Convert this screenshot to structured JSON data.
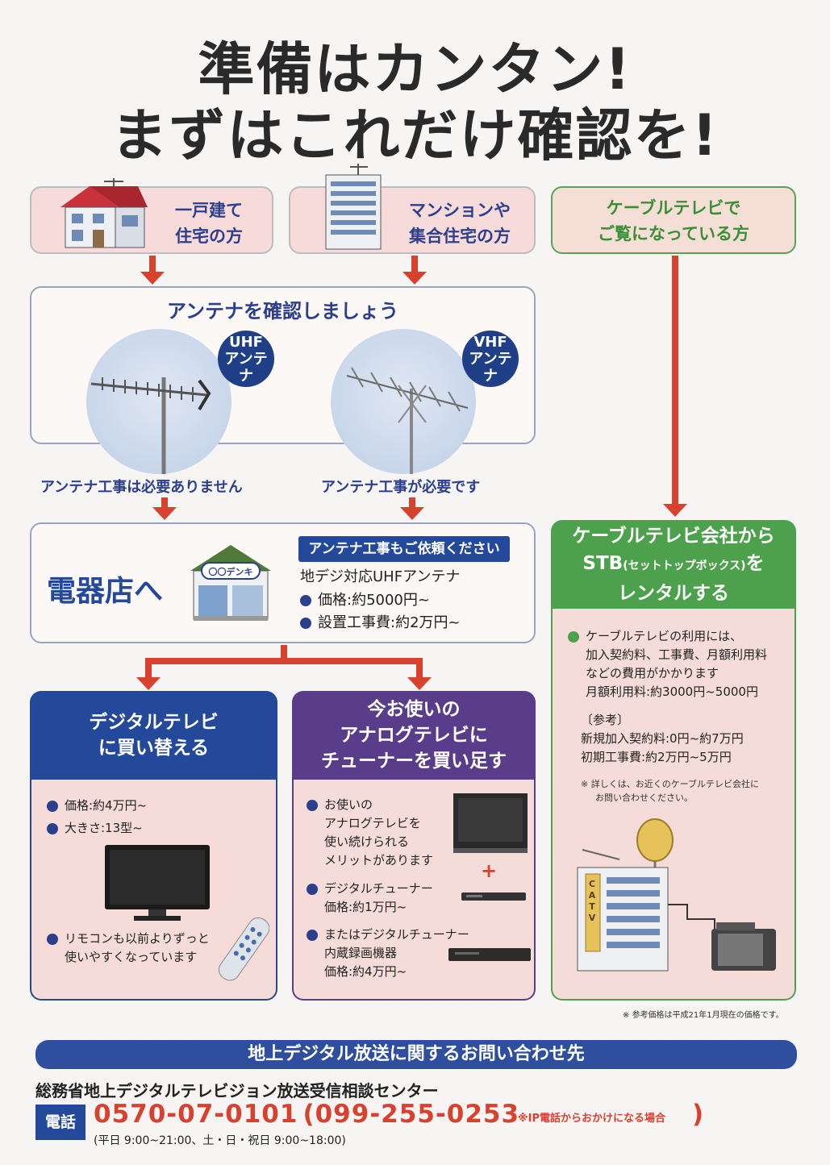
{
  "title": {
    "line1": "準備はカンタン!",
    "line2": "まずはこれだけ確認を!"
  },
  "top_boxes": {
    "house": {
      "line1": "一戸建て",
      "line2": "住宅の方"
    },
    "mansion": {
      "line1": "マンションや",
      "line2": "集合住宅の方"
    },
    "cable": {
      "line1": "ケーブルテレビで",
      "line2": "ご覧になっている方"
    }
  },
  "antenna_panel": {
    "heading": "アンテナを確認しましょう",
    "uhf_badge": {
      "line1": "UHF",
      "line2": "アンテナ"
    },
    "vhf_badge": {
      "line1": "VHF",
      "line2": "アンテナ"
    },
    "uhf_note": "アンテナ工事は必要ありません",
    "vhf_note": "アンテナ工事が必要です"
  },
  "store_panel": {
    "label": "電器店へ",
    "shop_sign": "〇〇デンキ",
    "tag": "アンテナ工事もご依頼ください",
    "product": "地デジ対応UHFアンテナ",
    "price": "価格:約5000円~",
    "install": "設置工事費:約2万円~"
  },
  "digital_tv": {
    "line1": "デジタルテレビ",
    "line2": "に買い替える",
    "price": "価格:約4万円~",
    "size": "大きさ:13型~",
    "remote_line1": "リモコンも以前よりずっと",
    "remote_line2": "使いやすくなっています"
  },
  "tuner": {
    "line1": "今お使いの",
    "line2": "アナログテレビに",
    "line3": "チューナーを買い足す",
    "b1_l1": "お使いの",
    "b1_l2": "アナログテレビを",
    "b1_l3": "使い続けられる",
    "b1_l4": "メリットがあります",
    "plus": "+",
    "b2_l1": "デジタルチューナー",
    "b2_l2": "価格:約1万円~",
    "b3_l1": "またはデジタルチューナー",
    "b3_l2": "内蔵録画機器",
    "b3_l3": "価格:約4万円~"
  },
  "cable_card": {
    "line1": "ケーブルテレビ会社から",
    "line2_main": "STB",
    "line2_small": "(セットトップボックス)",
    "line2_tail": "を",
    "line3": "レンタルする",
    "b1_l1": "ケーブルテレビの利用には、",
    "b1_l2": "加入契約料、工事費、月額利用料",
    "b1_l3": "などの費用がかかります",
    "b1_l4": "月額利用料:約3000円~5000円",
    "ref_head": "〔参考〕",
    "ref_l1": "新規加入契約料:0円~約7万円",
    "ref_l2": "初期工事費:約2万円~5万円",
    "note_l1": "※ 詳しくは、お近くのケーブルテレビ会社に",
    "note_l2": "お問い合わせください。",
    "catv_sign": "CATV"
  },
  "reference_note": "※ 参考価格は平成21年1月現在の価格です。",
  "footer": {
    "bar": "地上デジタル放送に関するお問い合わせ先",
    "center": "総務省地上デジタルテレビジョン放送受信相談センター",
    "tel_label": "電話",
    "phone_main": "0570-07-0101",
    "phone_alt": "(099-255-0253",
    "phone_note": "※IP電話からおかけになる場合",
    "phone_close": ")",
    "hours": "(平日 9:00~21:00、土・日・祝日 9:00~18:00)"
  },
  "colors": {
    "navy": "#24489a",
    "red": "#d9412f",
    "purple": "#5a3d8a",
    "green": "#4ea14c",
    "pink": "#f7dada"
  }
}
